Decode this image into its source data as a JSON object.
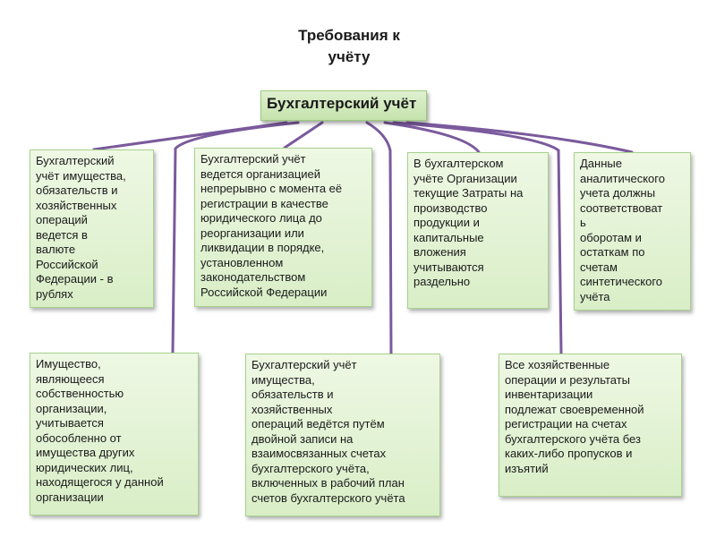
{
  "title": "Требования к\nучёту",
  "root": "Бухгалтерский учёт",
  "boxes": [
    "Бухгалтерский\nучёт имущества,\nобязательств и\nхозяйственных\nопераций\nведется в\nвалюте\nРоссийской\nФедерации - в\nрублях",
    "Бухгалтерский учёт\nведется организацией\nнепрерывно с момента её\nрегистрации в качестве\nюридического лица до\nреорганизации или\nликвидации в порядке,\nустановленном\nзаконодательством\nРоссийской Федерации",
    "В бухгалтерском\nучёте Организации\nтекущие Затраты на\nпроизводство\nпродукции и\nкапитальные\nвложения\nучитываются\nраздельно",
    "Данные\nаналитического\nучета должны\nсоответствоват\nь\nоборотам и\nостаткам по\nсчетам\nсинтетического\nучёта",
    "Имущество,\nявляющееся\nсобственностью\nорганизации,\nучитывается\nобособленно от\nимущества других\nюридических лиц,\nнаходящегося у данной\nорганизации",
    "Бухгалтерский учёт\nимущества,\nобязательств и\nхозяйственных\nопераций ведётся путём\nдвойной записи на\nвзаимосвязанных счетах\nбухгалтерского учёта,\nвключенных  в рабочий план\nсчетов бухгалтерского учёта",
    "Все хозяйственные\nоперации и результаты\nинвентаризации\nподлежат своевременной\nрегистрации на счетах\nбухгалтерского учёта без\nкаких-либо пропусков и\nизъятий"
  ]
}
